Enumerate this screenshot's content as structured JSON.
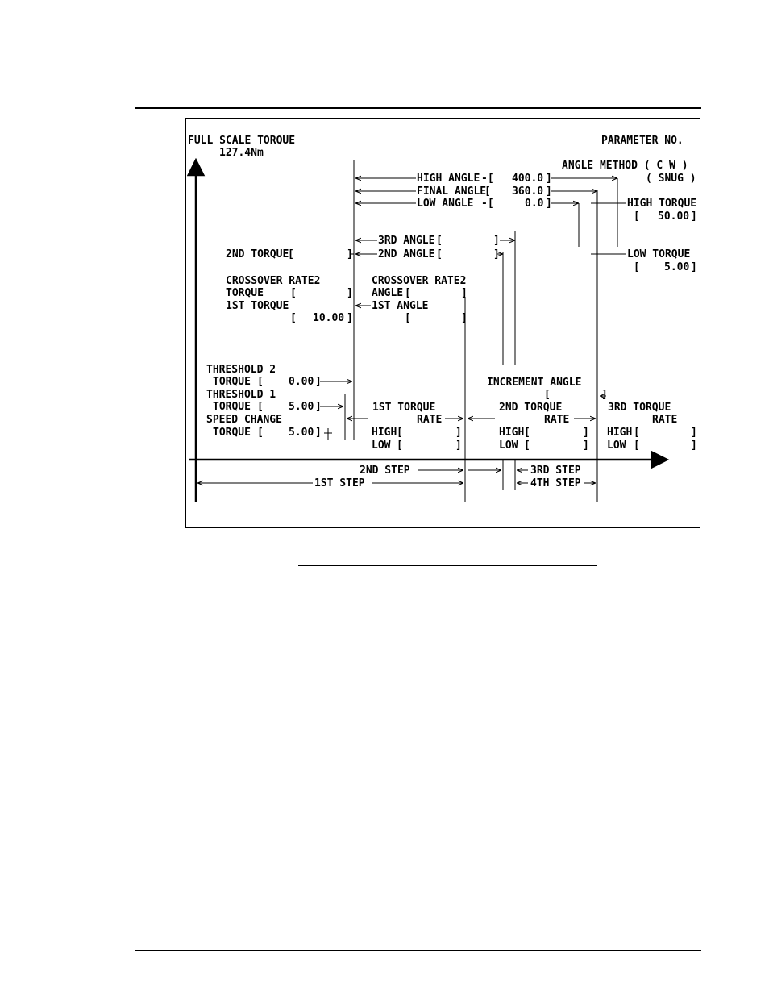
{
  "diagram": {
    "header_left": [
      "FULL SCALE TORQUE",
      "127.4Nm"
    ],
    "parameter_no": "PARAMETER NO.",
    "angle_method": [
      "ANGLE  METHOD ( C W )",
      "( SNUG )"
    ],
    "high_angle": {
      "label": "HIGH ANGLE",
      "value": "400.0"
    },
    "final_angle": {
      "label": "FINAL ANGLE",
      "value": "360.0"
    },
    "low_angle": {
      "label": "LOW  ANGLE",
      "value": "0.0"
    },
    "high_torque": {
      "label": "HIGH TORQUE",
      "value": "50.00"
    },
    "low_torque": {
      "label": "LOW  TORQUE",
      "value": "5.00"
    },
    "third_angle": "3RD ANGLE",
    "second_angle": "2ND ANGLE",
    "second_torque": "2ND TORQUE",
    "crossover_torque": [
      "CROSSOVER RATE2",
      "TORQUE",
      "1ST TORQUE"
    ],
    "first_torque_value": "10.00",
    "crossover_angle": [
      "CROSSOVER RATE2",
      "ANGLE",
      "1ST ANGLE"
    ],
    "threshold2": {
      "label": "THRESHOLD 2",
      "sub": "TORQUE",
      "value": "0.00"
    },
    "threshold1": {
      "label": "THRESHOLD 1",
      "sub": "TORQUE",
      "value": "5.00"
    },
    "speed_change": {
      "label": "SPEED CHANGE",
      "sub": "TORQUE",
      "value": "5.00"
    },
    "increment_angle": "INCREMENT ANGLE",
    "rate_1": [
      "1ST TORQUE",
      "RATE"
    ],
    "rate_2": [
      "2ND TORQUE",
      "RATE"
    ],
    "rate_3": [
      "3RD TORQUE",
      "RATE"
    ],
    "high_label": "HIGH",
    "low_label": "LOW",
    "step_1": "1ST STEP",
    "step_2": "2ND STEP",
    "step_3": "3RD STEP",
    "step_4": "4TH STEP"
  }
}
